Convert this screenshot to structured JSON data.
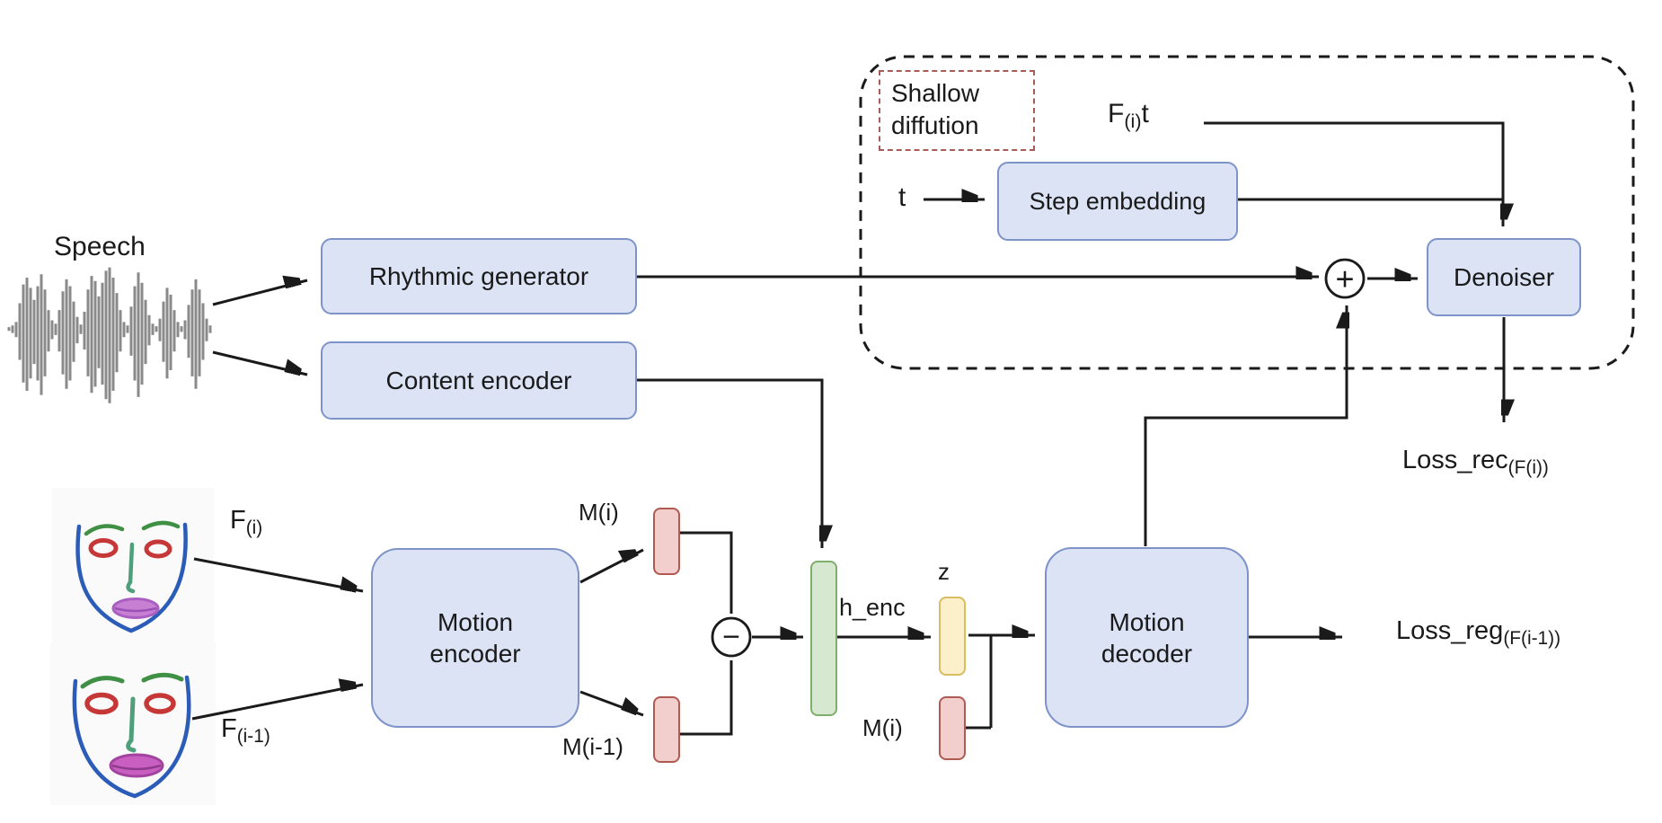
{
  "boxes": {
    "rhythmic_generator": "Rhythmic generator",
    "content_encoder": "Content encoder",
    "step_embedding": "Step embedding",
    "denoiser": "Denoiser",
    "motion_encoder": "Motion encoder",
    "motion_decoder": "Motion decoder",
    "shallow_diffusion": {
      "line1": "Shallow",
      "line2": "diffution"
    }
  },
  "labels": {
    "speech": "Speech",
    "t": "t",
    "z": "z",
    "h_enc": "h_enc",
    "m_i": "M(i)",
    "m_i_prev": "M(i-1)",
    "m_i_z": "M(i)",
    "f_i": {
      "main": "F",
      "sub": "(i)"
    },
    "f_i_prev": {
      "main": "F",
      "sub": "(i-1)"
    },
    "f_i_t": {
      "main": "F",
      "sub": "(i)",
      "suffix": "t"
    },
    "loss_rec": {
      "main": "Loss_rec",
      "sub": "(F(i))"
    },
    "loss_reg": {
      "main": "Loss_reg",
      "sub": "(F(i-1))"
    }
  },
  "operators": {
    "plus": "+",
    "minus": "−"
  },
  "colors": {
    "node_fill": "#dbe3f5",
    "node_border": "#7e93c8",
    "green_fill": "#d7e8d0",
    "green_border": "#7fae6d",
    "yellow_fill": "#fbf0c9",
    "yellow_border": "#d8bd62",
    "red_fill": "#f2cfcc",
    "red_border": "#b05a52",
    "dashed_label_border": "#a85c58",
    "line": "#1a1a1a",
    "waveform": "#8a8a8a"
  }
}
